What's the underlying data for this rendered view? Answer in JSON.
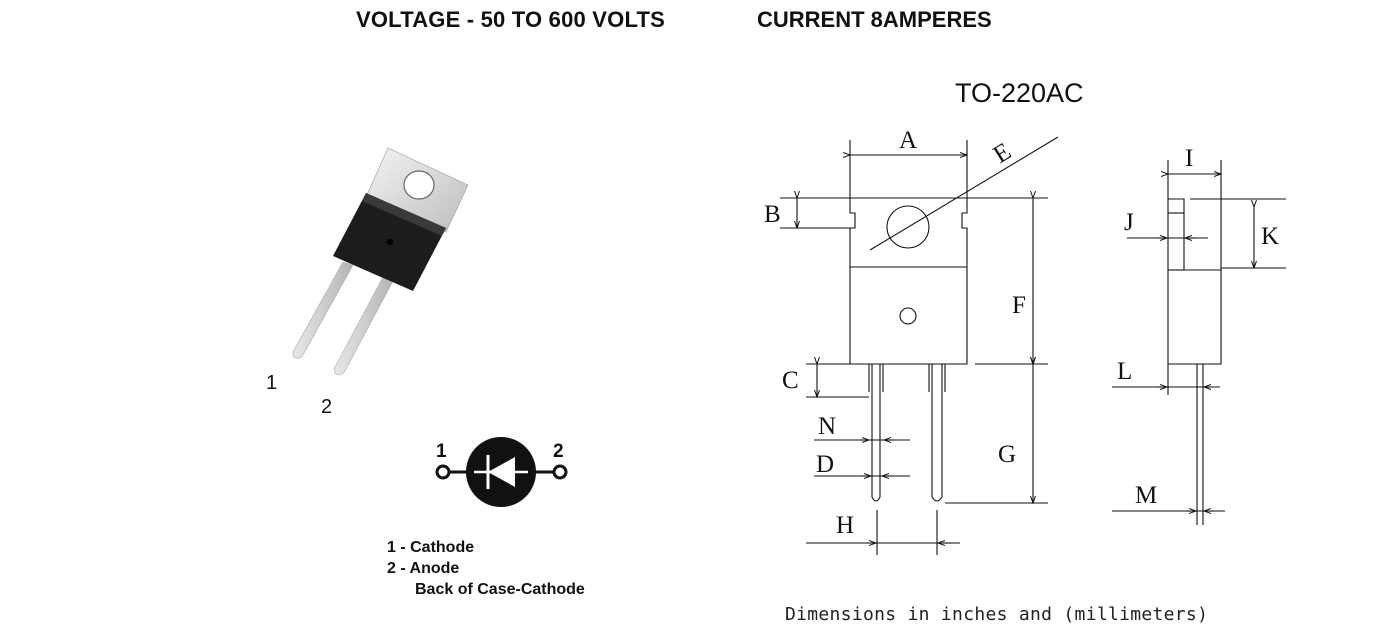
{
  "header": {
    "voltage": "VOLTAGE - 50 TO 600 VOLTS",
    "current": "CURRENT 8AMPERES"
  },
  "package": {
    "title": "TO-220AC",
    "pin1_label": "1",
    "pin2_label": "2"
  },
  "symbol": {
    "pin1": "1",
    "pin2": "2"
  },
  "legend": {
    "line1": "1 - Cathode",
    "line2": "2 - Anode",
    "line3": "Back of Case-Cathode"
  },
  "dimension_labels": {
    "A": "A",
    "B": "B",
    "C": "C",
    "D": "D",
    "E": "E",
    "F": "F",
    "G": "G",
    "H": "H",
    "I": "I",
    "J": "J",
    "K": "K",
    "L": "L",
    "M": "M",
    "N": "N"
  },
  "note": "Dimensions in inches and (millimeters)",
  "colors": {
    "tab_metal": "#d8d8d8",
    "body_epoxy": "#1a1a1a",
    "lead_metal": "#cfcfcf",
    "line": "#111111"
  }
}
